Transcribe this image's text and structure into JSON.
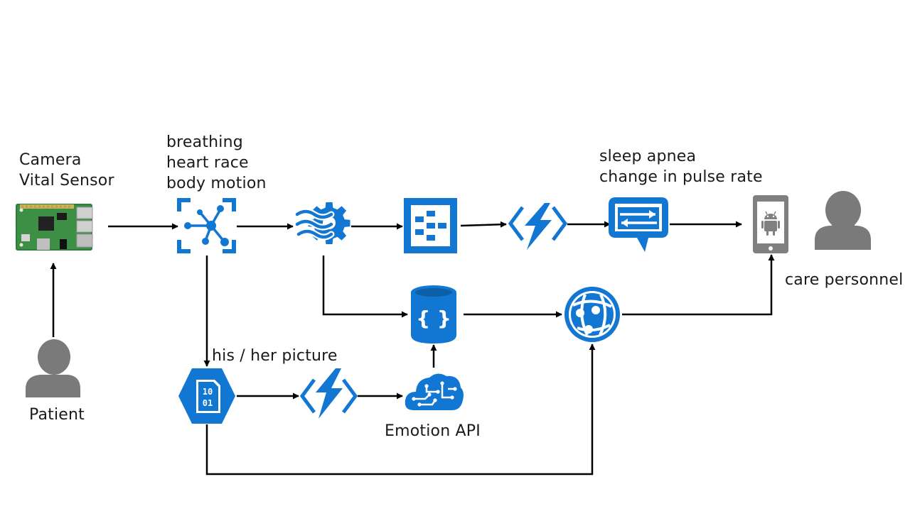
{
  "colors": {
    "azure_blue": "#1277d3",
    "person_gray": "#7a7a7a",
    "device_gray": "#808080",
    "arrow": "#000000",
    "board_green": "#2f7d3a"
  },
  "labels": {
    "camera_sensor": [
      "Camera",
      "Vital Sensor"
    ],
    "signals": [
      "breathing",
      "heart race",
      "body motion"
    ],
    "alerts": [
      "sleep apnea",
      "change in pulse rate"
    ],
    "picture": "his / her picture",
    "emotion_api": "Emotion API",
    "patient": "Patient",
    "care_personnel": "care personnel"
  },
  "icons": {
    "sensor_board": "raspberry-pi-board-icon",
    "iot_hub": "iot-hub-icon",
    "stream_analytics": "stream-analytics-icon",
    "event_hub": "event-hubs-icon",
    "function_top": "azure-functions-icon",
    "notification": "notification-hubs-icon",
    "phone": "android-phone-icon",
    "cosmos_db": "document-db-icon",
    "web_app": "web-app-globe-icon",
    "blob_storage": "blob-storage-icon",
    "function_bottom": "azure-functions-icon",
    "cognitive": "cognitive-services-brain-icon",
    "patient": "person-icon",
    "care_personnel": "person-icon"
  }
}
